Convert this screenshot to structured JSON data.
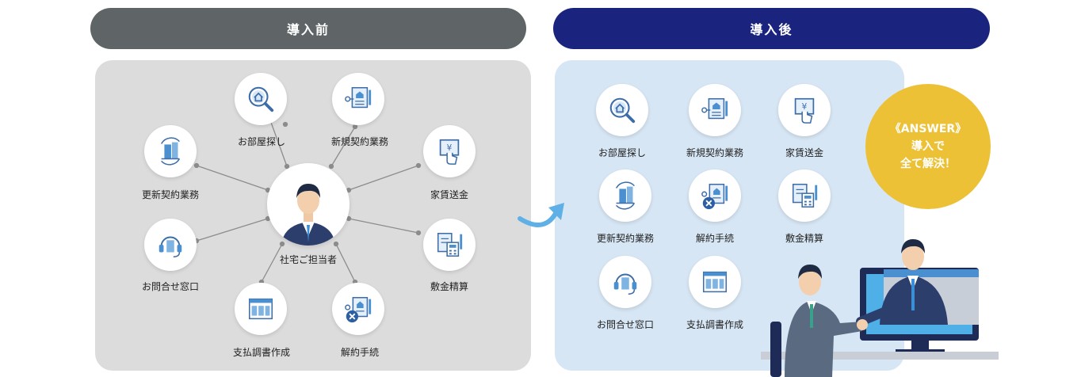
{
  "before": {
    "header": "導入前",
    "center_label": "社宅ご担当者",
    "nodes": {
      "search": "お部屋探し",
      "new_contract": "新規契約業務",
      "rent": "家賃送金",
      "renewal": "更新契約業務",
      "deposit": "敷金精算",
      "inquiry": "お問合せ窓口",
      "payment": "支払調書作成",
      "cancel": "解約手続"
    }
  },
  "after": {
    "header": "導入後",
    "nodes": {
      "search": "お部屋探し",
      "new_contract": "新規契約業務",
      "rent": "家賃送金",
      "renewal": "更新契約業務",
      "cancel": "解約手続",
      "deposit": "敷金精算",
      "inquiry": "お問合せ窓口",
      "payment": "支払調書作成"
    },
    "badge": [
      "《ANSWER》",
      "導入で",
      "全て解決！"
    ]
  },
  "colors": {
    "before_header": "#5f6466",
    "after_header": "#1a237e",
    "before_panel": "#dcdcdc",
    "after_panel": "#d7e6f4",
    "icon_blue": "#4a8fd0",
    "badge": "#edc136"
  },
  "icons": {
    "search": "house-search-icon",
    "new_contract": "contract-key-icon",
    "rent": "money-transfer-icon",
    "renewal": "building-renew-icon",
    "deposit": "calculator-document-icon",
    "inquiry": "headset-building-icon",
    "payment": "statement-table-icon",
    "cancel": "contract-cancel-icon"
  }
}
